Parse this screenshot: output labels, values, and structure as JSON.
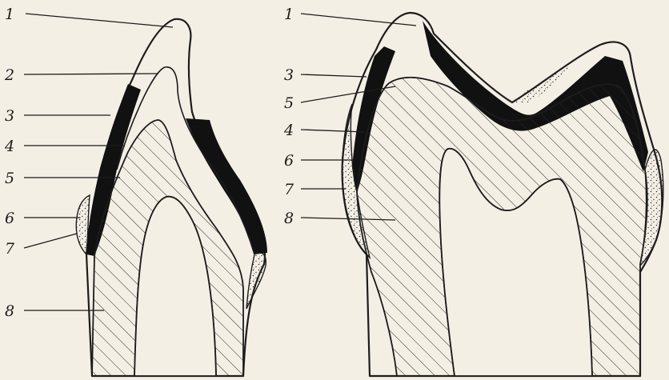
{
  "figure": {
    "left_tooth": {
      "labels": [
        "1",
        "2",
        "3",
        "4",
        "5",
        "6",
        "7",
        "8"
      ]
    },
    "right_tooth": {
      "labels": [
        "1",
        "3",
        "5",
        "4",
        "6",
        "7",
        "8"
      ]
    }
  }
}
